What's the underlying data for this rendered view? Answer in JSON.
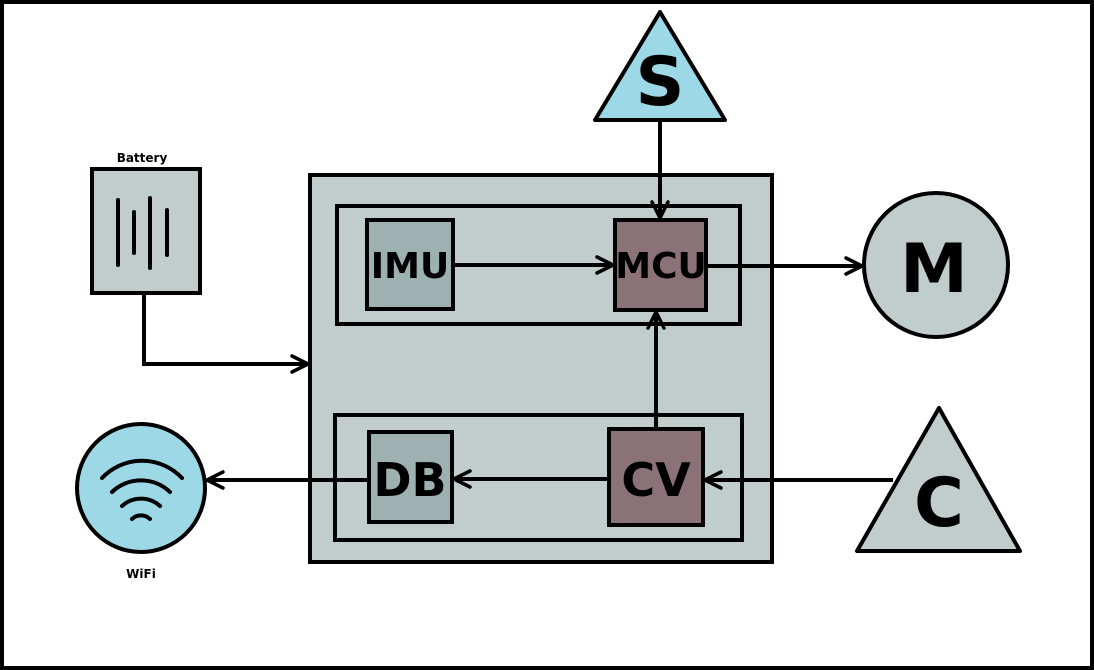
{
  "labels": {
    "battery": "Battery",
    "wifi": "WiFi",
    "imu": "IMU",
    "mcu": "MCU",
    "db": "DB",
    "cv": "CV",
    "s": "S",
    "m": "M",
    "c": "C"
  },
  "colors": {
    "outline": "#000000",
    "gray_fill": "#c1cccc",
    "teal_gray": "#9db1b1",
    "mauve": "#8b7178",
    "light_blue": "#9cd8e6"
  }
}
